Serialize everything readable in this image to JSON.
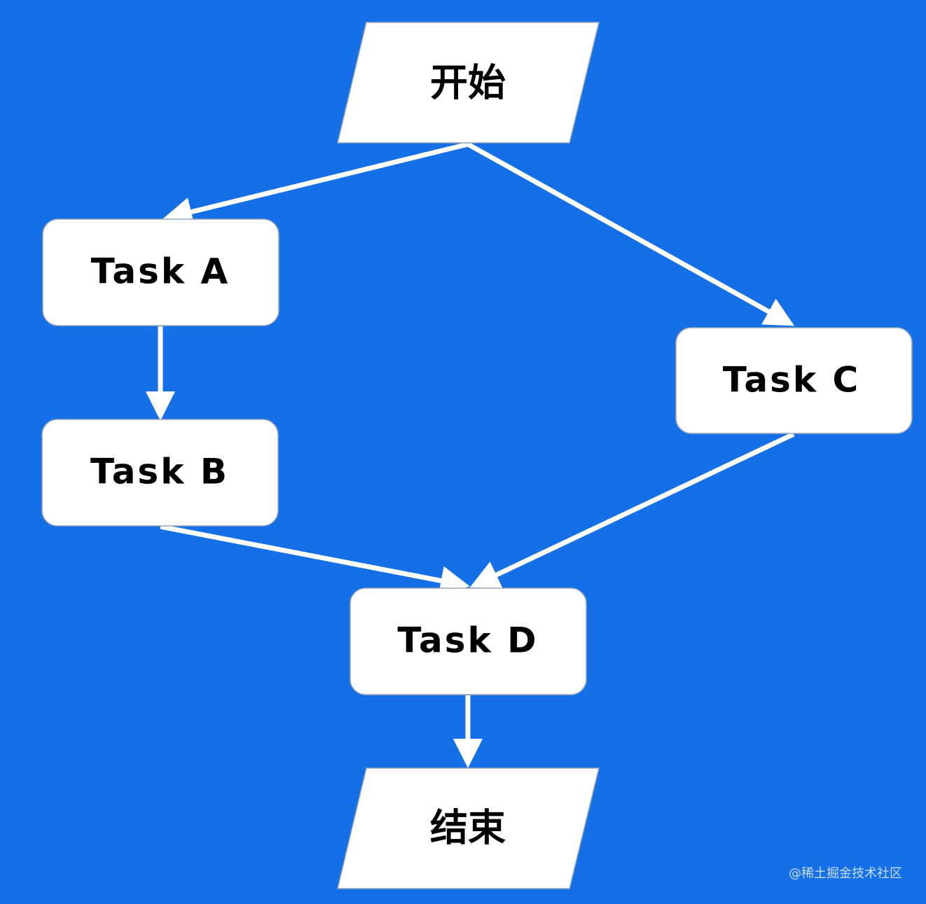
{
  "colors": {
    "background": "#1570e8",
    "node_fill": "#ffffff",
    "node_stroke": "#9aa6b8",
    "arrow": "#ffffff",
    "text": "#000000"
  },
  "nodes": {
    "start": {
      "label": "开始",
      "shape": "parallelogram"
    },
    "task_a": {
      "label": "Task A",
      "shape": "rounded-rectangle"
    },
    "task_b": {
      "label": "Task B",
      "shape": "rounded-rectangle"
    },
    "task_c": {
      "label": "Task C",
      "shape": "rounded-rectangle"
    },
    "task_d": {
      "label": "Task D",
      "shape": "rounded-rectangle"
    },
    "end": {
      "label": "结束",
      "shape": "parallelogram"
    }
  },
  "edges": [
    {
      "from": "start",
      "to": "task_a"
    },
    {
      "from": "start",
      "to": "task_c"
    },
    {
      "from": "task_a",
      "to": "task_b"
    },
    {
      "from": "task_b",
      "to": "task_d"
    },
    {
      "from": "task_c",
      "to": "task_d"
    },
    {
      "from": "task_d",
      "to": "end"
    }
  ],
  "credit": "@稀土掘金技术社区"
}
